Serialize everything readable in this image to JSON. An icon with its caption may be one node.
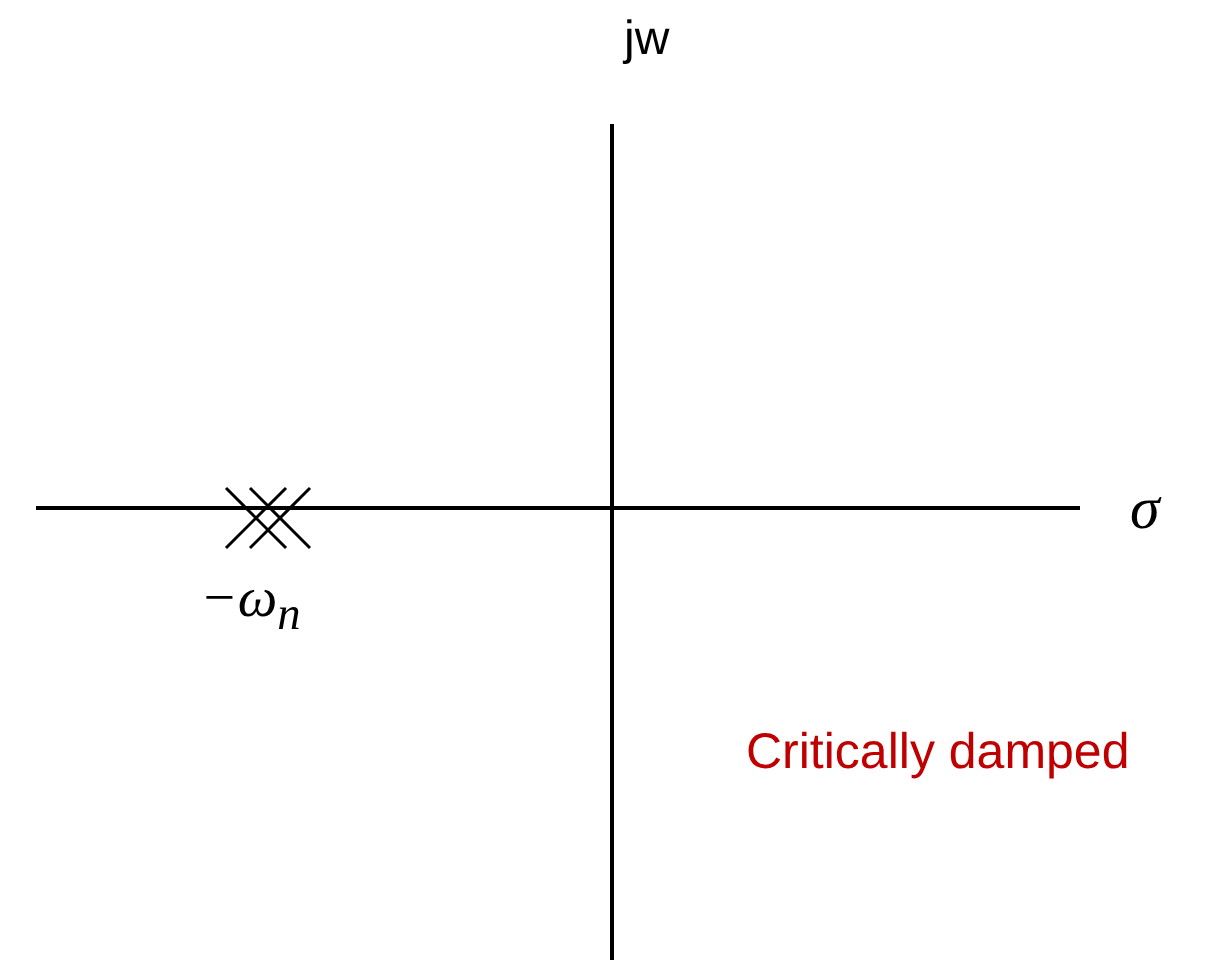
{
  "diagram": {
    "labels": [
      "jw",
      "σ",
      "−ω$_{n}$",
      "Critically damped"
    ]
  }
}
